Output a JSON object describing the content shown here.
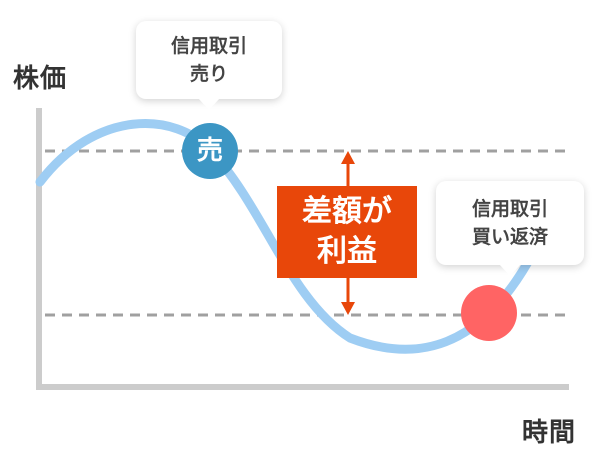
{
  "axes": {
    "y_label": "株価",
    "x_label": "時間"
  },
  "callouts": {
    "sell": {
      "line1": "信用取引",
      "line2": "売り"
    },
    "buy_back": {
      "line1": "信用取引",
      "line2": "買い返済"
    }
  },
  "markers": {
    "sell_label": "売"
  },
  "profit": {
    "line1": "差額が",
    "line2": "利益"
  },
  "colors": {
    "curve": "#9ecdf3",
    "dashed_lines": "#a0a0a0",
    "axes": "#cccccc",
    "sell_marker": "#3c96c4",
    "buy_marker": "#ff6464",
    "profit_box": "#e8470a",
    "arrow": "#e8470a"
  }
}
